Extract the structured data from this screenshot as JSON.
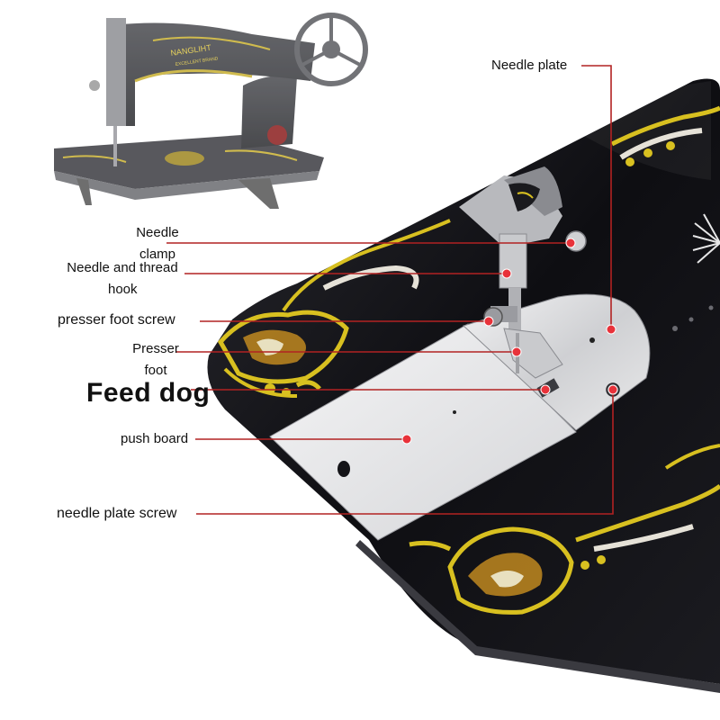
{
  "title": "",
  "colors": {
    "leader_line": "#b22222",
    "marker_dot": "#e8323a",
    "table_black": "#101014",
    "ornament_gold": "#d8c020",
    "steel": "#d9dadc"
  },
  "inset": {
    "brand_text": "NANGLIHT",
    "brand_sub": "EXCELLENT BRAND"
  },
  "callouts": [
    {
      "id": "needle-plate",
      "lines": [
        "Needle plate"
      ]
    },
    {
      "id": "needle-clamp",
      "lines": [
        "Needle",
        "clamp"
      ]
    },
    {
      "id": "needle-thread-hook",
      "lines": [
        "Needle and thread",
        "hook"
      ]
    },
    {
      "id": "presser-foot-screw",
      "lines": [
        "presser foot screw"
      ]
    },
    {
      "id": "presser-foot",
      "lines": [
        "Presser",
        "foot"
      ]
    },
    {
      "id": "feed-dog",
      "lines": [
        "Feed dog"
      ]
    },
    {
      "id": "push-board",
      "lines": [
        "push board"
      ]
    },
    {
      "id": "needle-plate-screw",
      "lines": [
        "needle plate screw"
      ]
    }
  ]
}
